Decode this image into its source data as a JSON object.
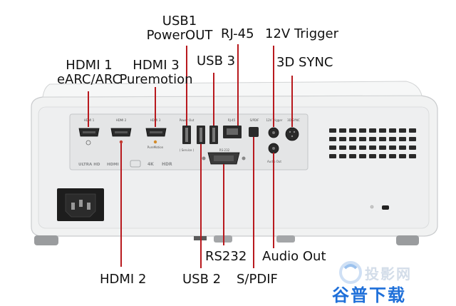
{
  "labels": {
    "hdmi1_line1": "HDMI 1",
    "hdmi1_line2": "eARC/ARC",
    "hdmi3_line1": "HDMI 3",
    "hdmi3_line2": "Puremotion",
    "usb1_line1": "USB1",
    "usb1_line2": "PowerOUT",
    "usb3": "USB 3",
    "rj45": "RJ-45",
    "trigger12v": "12V Trigger",
    "sync3d": "3D SYNC",
    "hdmi2": "HDMI 2",
    "usb2": "USB 2",
    "rs232": "RS232",
    "spdif": "S/PDIF",
    "audio_out": "Audio Out"
  },
  "panel_text": {
    "hdmi1": "HDMI 1",
    "hdmi2": "HDMI 2",
    "hdmi3": "HDMI 3",
    "power_out": "Power Out",
    "rj45": "RJ-45",
    "spdif": "S/PDIF",
    "trigger": "12V Trigger",
    "sync": "3D SYNC",
    "rs232": "RS-232",
    "audio_out": "Audio Out",
    "puremotion": "PureMotion",
    "service": "( Service )",
    "ultra_hd": "ULTRA HD",
    "hdmi_logo": "HDMI",
    "fourk": "4K",
    "hdr": "HDR"
  },
  "watermark": {
    "top": "投影网",
    "bottom": "谷普下载"
  },
  "colors": {
    "leader": "#b8191e",
    "body": "#f1f2f2",
    "panel": "#e4e5e6",
    "port": "#2a2a2a",
    "watermark_blue": "#1e6fd9"
  }
}
